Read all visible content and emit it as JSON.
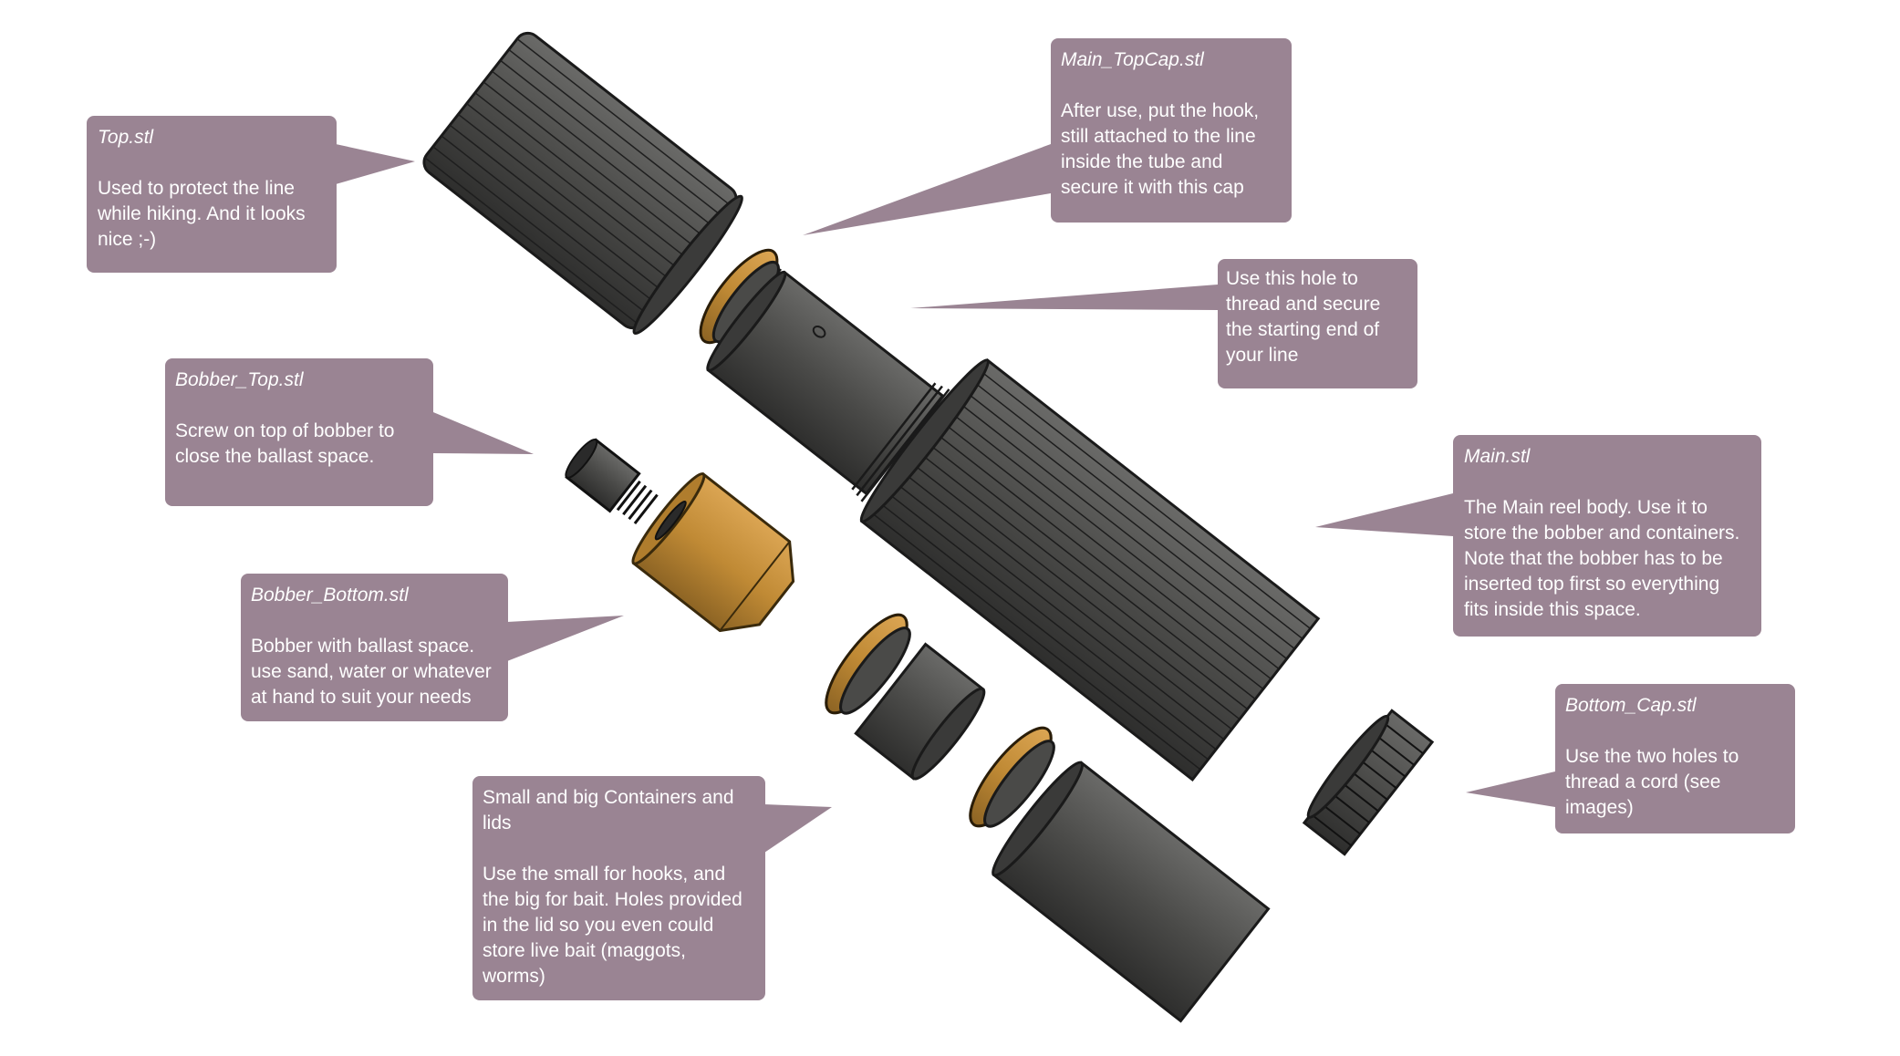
{
  "colors": {
    "callout_fill": "#9a8493",
    "callout_text": "#ffffff",
    "part_dark": "#4a4a48",
    "part_dark_edge": "#1f1f1f",
    "part_orange": "#c08a35",
    "part_orange_light": "#dba553"
  },
  "callouts": {
    "top": {
      "name": "Top.stl",
      "desc": "Used to protect the line\nwhile hiking. And it looks\nnice ;-)"
    },
    "main_topcap": {
      "name": "Main_TopCap.stl",
      "desc": "After use, put the hook,\nstill attached to the line\ninside the tube and\nsecure it with this cap"
    },
    "hole": {
      "desc": "Use this hole to\nthread and secure\nthe starting end of\nyour line"
    },
    "bobber_top": {
      "name": "Bobber_Top.stl",
      "desc": "Screw on top of bobber  to\nclose the ballast space."
    },
    "main": {
      "name": "Main.stl",
      "desc": "The Main reel body. Use it to\nstore the bobber and containers.\nNote that the bobber has to be\ninserted top first so everything\nfits inside this space."
    },
    "bobber_bottom": {
      "name": "Bobber_Bottom.stl",
      "desc": "Bobber with ballast space.\nuse sand, water or whatever\nat hand to suit your needs"
    },
    "bottom_cap": {
      "name": "Bottom_Cap.stl",
      "desc": "Use the two holes to\nthread a cord (see\nimages)"
    },
    "containers": {
      "heading": "Small and big Containers and\nlids",
      "desc": "Use the small for hooks, and\nthe big for bait. Holes provided\nin the lid so you even could\nstore live bait (maggots,\nworms)"
    }
  },
  "parts": [
    {
      "id": "top-cover",
      "material": "dark"
    },
    {
      "id": "main-topcap",
      "material": "orange"
    },
    {
      "id": "main-neck",
      "material": "dark"
    },
    {
      "id": "main-body",
      "material": "dark"
    },
    {
      "id": "bobber-top",
      "material": "dark"
    },
    {
      "id": "bobber-bottom",
      "material": "orange"
    },
    {
      "id": "small-lid",
      "material": "orange"
    },
    {
      "id": "small-container",
      "material": "dark"
    },
    {
      "id": "big-lid",
      "material": "orange"
    },
    {
      "id": "big-container",
      "material": "dark"
    },
    {
      "id": "bottom-cap",
      "material": "dark"
    }
  ]
}
